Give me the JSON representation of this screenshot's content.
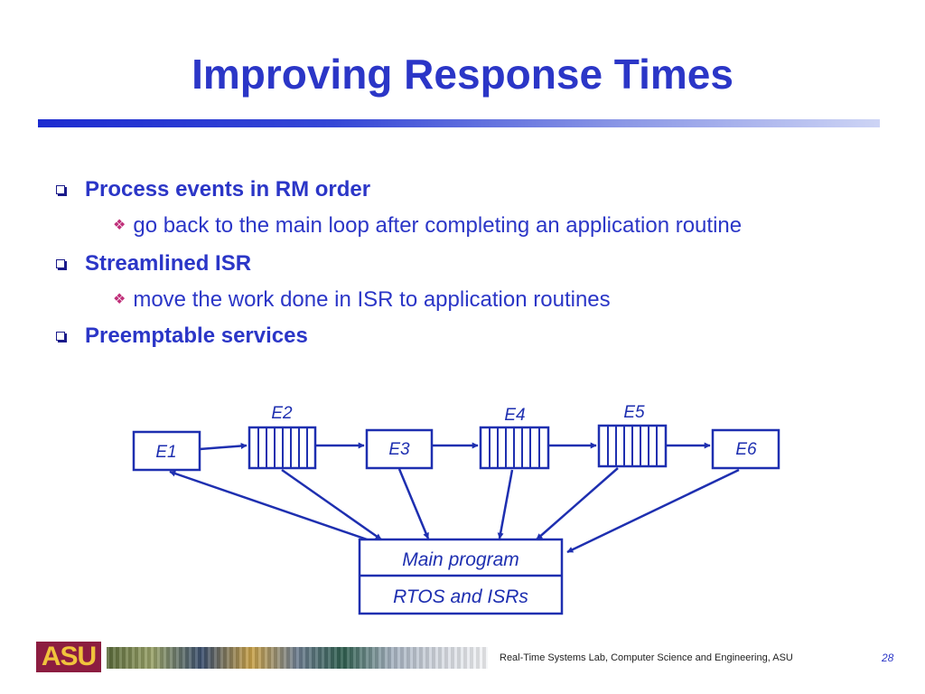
{
  "slide": {
    "title": "Improving Response Times",
    "page_number": "28"
  },
  "bullets": [
    {
      "text": "Process events in RM order",
      "sub": [
        "go back to the main loop after completing an application routine"
      ]
    },
    {
      "text": "Streamlined ISR",
      "sub": [
        "move the work done in ISR to application routines"
      ]
    },
    {
      "text": "Preemptable services",
      "sub": []
    }
  ],
  "diagram": {
    "boxes": {
      "e1": "E1",
      "e3": "E3",
      "e6": "E6"
    },
    "queues": {
      "e2": "E2",
      "e4": "E4",
      "e5": "E5"
    },
    "main_program": "Main program",
    "rtos": "RTOS and ISRs"
  },
  "footer": {
    "logo_text": "ASU",
    "caption": "Real-Time Systems Lab, Computer Science and Engineering, ASU"
  },
  "colors": {
    "title_blue": "#2b36c7",
    "diagram_blue": "#1e2fb0",
    "bullet_diamond": "#c0307a",
    "asu_maroon": "#8c1d40",
    "asu_gold": "#f0c33c"
  }
}
